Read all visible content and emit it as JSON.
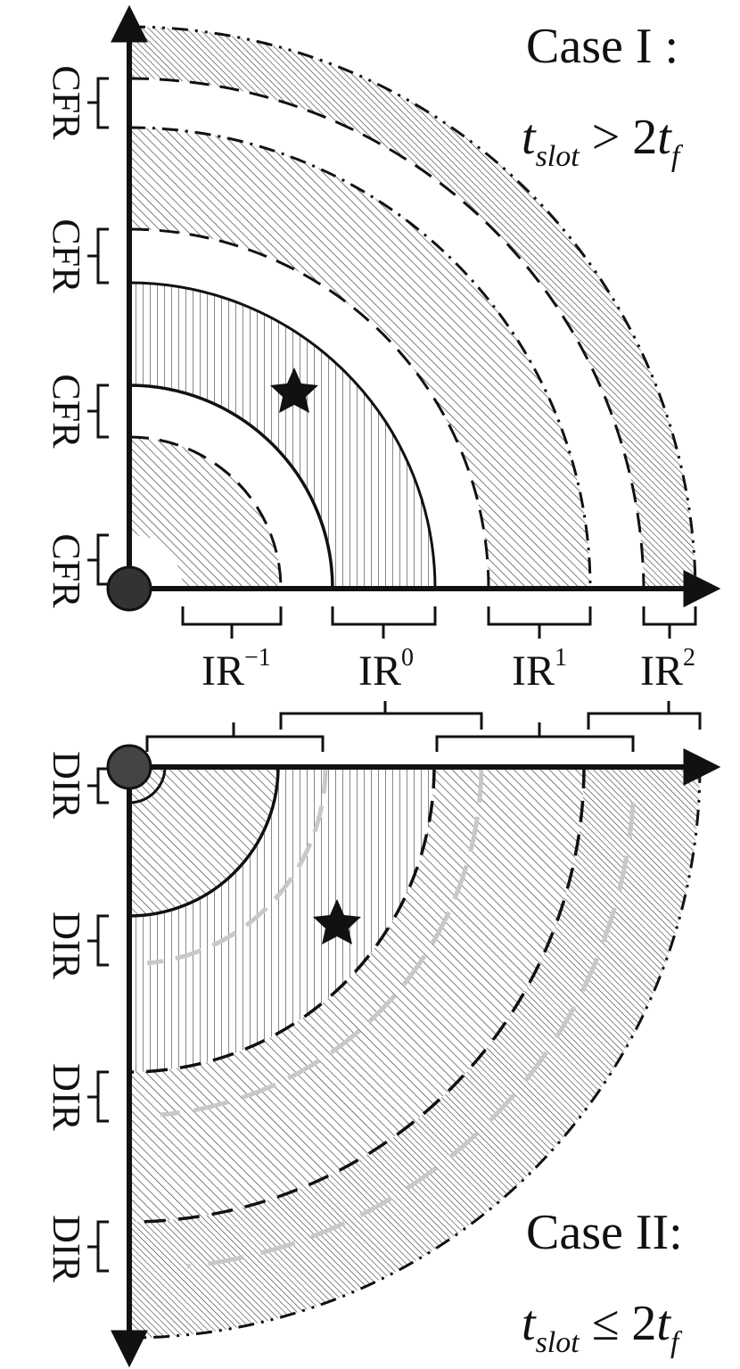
{
  "case_top": {
    "title": "Case I :",
    "cond_var": "t",
    "cond_var_sub": "slot",
    "cond_op": " > 2",
    "cond_rhs": "t",
    "cond_rhs_sub": "f"
  },
  "case_bottom": {
    "title": "Case II:",
    "cond_var": "t",
    "cond_var_sub": "slot",
    "cond_op": " ≤ 2",
    "cond_rhs": "t",
    "cond_rhs_sub": "f"
  },
  "top_side_labels": [
    "CFR",
    "CFR",
    "CFR",
    "CFR"
  ],
  "bottom_side_labels": [
    "DIR",
    "DIR",
    "DIR",
    "DIR"
  ],
  "ir_labels": [
    {
      "base": "IR",
      "sup": "−1"
    },
    {
      "base": "IR",
      "sup": "0"
    },
    {
      "base": "IR",
      "sup": "1"
    },
    {
      "base": "IR",
      "sup": "2"
    }
  ],
  "colors": {
    "line": "#111111",
    "hatch": "#3a3a3a",
    "ghost": "#c8c8c8",
    "origin_fill": "#333333"
  }
}
